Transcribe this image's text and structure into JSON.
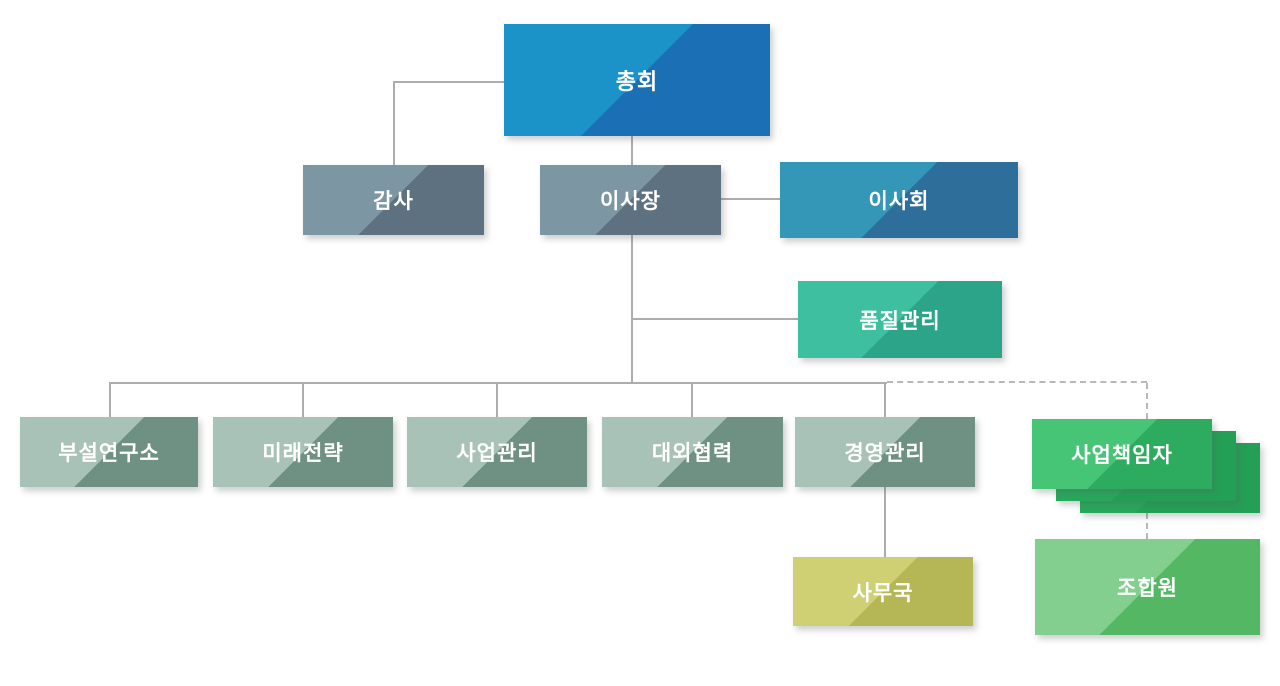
{
  "diagram_type": "organization-chart",
  "nodes": {
    "assembly": {
      "label": "총회"
    },
    "audit": {
      "label": "감사"
    },
    "chairman": {
      "label": "이사장"
    },
    "board": {
      "label": "이사회"
    },
    "quality": {
      "label": "품질관리"
    },
    "research": {
      "label": "부설연구소"
    },
    "future": {
      "label": "미래전략"
    },
    "business": {
      "label": "사업관리"
    },
    "external": {
      "label": "대외협력"
    },
    "management": {
      "label": "경영관리"
    },
    "secretariat": {
      "label": "사무국"
    },
    "project_manager": {
      "label": "사업책임자"
    },
    "member": {
      "label": "조합원"
    }
  },
  "hierarchy": [
    {
      "parent": "총회",
      "children": [
        "감사",
        "이사장"
      ]
    },
    {
      "parent": "이사장",
      "children": [
        "이사회",
        "품질관리",
        "부설연구소",
        "미래전략",
        "사업관리",
        "대외협력",
        "경영관리"
      ]
    },
    {
      "parent": "경영관리",
      "children": [
        "사무국"
      ]
    },
    {
      "parent": "이사장",
      "children_dashed": [
        "사업책임자",
        "조합원"
      ]
    }
  ],
  "colors": {
    "assembly": {
      "light": "#1b93c8",
      "dark": "#1b6fb4"
    },
    "steel": {
      "light": "#7d96a4",
      "dark": "#5d7180"
    },
    "board": {
      "light": "#3497b8",
      "dark": "#2d6f9a"
    },
    "quality": {
      "light": "#3ec0a0",
      "dark": "#2ba489"
    },
    "sage": {
      "light": "#a9c2b8",
      "dark": "#6f9183"
    },
    "olive": {
      "light": "#cfd073",
      "dark": "#b5b656"
    },
    "manager": {
      "light": "#46c577",
      "dark": "#2dab5f"
    },
    "manager_back": {
      "light": "#27a85b",
      "dark": "#23a055"
    },
    "member": {
      "light": "#83cf8f",
      "dark": "#54b763"
    },
    "line": "#adadad",
    "line_dashed": "#b8b8b8"
  }
}
